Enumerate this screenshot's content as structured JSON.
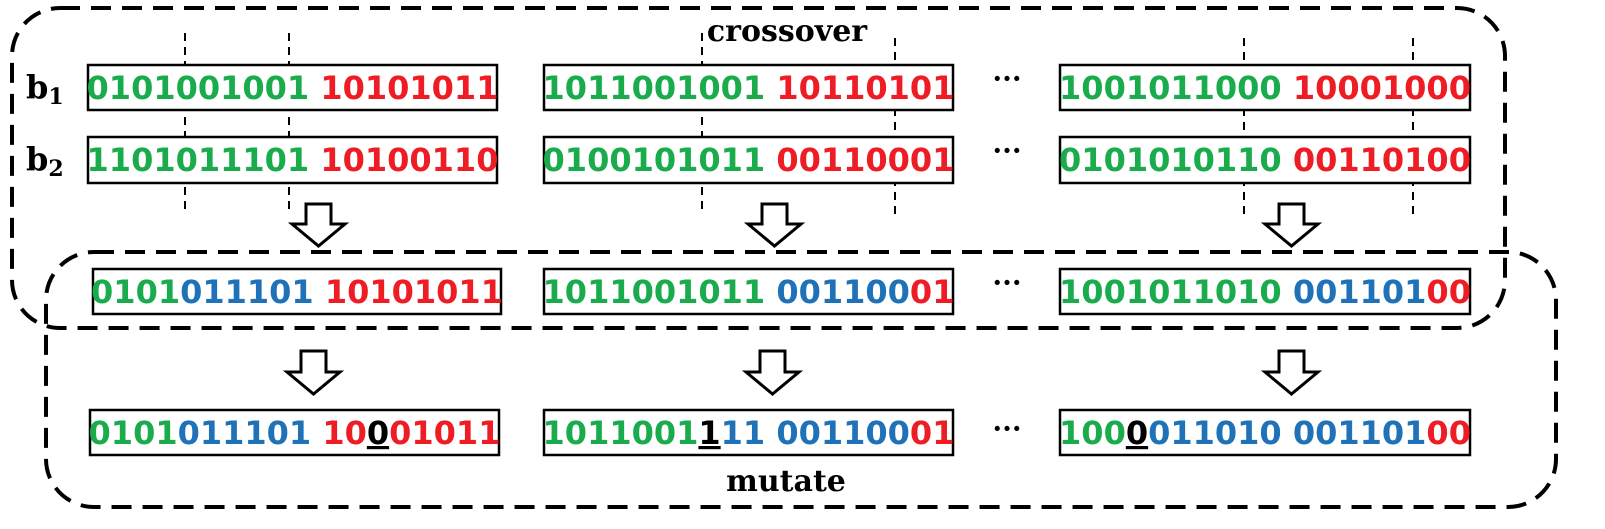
{
  "colors": {
    "green": "#1aac4c",
    "red": "#ee1c24",
    "blue": "#1f72b8",
    "black": "#000000"
  },
  "labels": {
    "crossover": "crossover",
    "mutate": "mutate",
    "b1": "b",
    "b1_sub": "1",
    "b2": "b",
    "b2_sub": "2",
    "ellipsis": "···"
  },
  "rows": {
    "b1": [
      [
        {
          "t": "0101001001",
          "c": "green"
        },
        {
          "t": " ",
          "c": "green"
        },
        {
          "t": "10101011",
          "c": "red"
        }
      ],
      [
        {
          "t": "1011001001",
          "c": "green"
        },
        {
          "t": " ",
          "c": "green"
        },
        {
          "t": "10110101",
          "c": "red"
        }
      ],
      [
        {
          "t": "1001011000",
          "c": "green"
        },
        {
          "t": " ",
          "c": "green"
        },
        {
          "t": "10001000",
          "c": "red"
        }
      ]
    ],
    "b2": [
      [
        {
          "t": "1101011101",
          "c": "green"
        },
        {
          "t": " ",
          "c": "green"
        },
        {
          "t": "10100110",
          "c": "red"
        }
      ],
      [
        {
          "t": "0100101011",
          "c": "green"
        },
        {
          "t": " ",
          "c": "green"
        },
        {
          "t": "00110001",
          "c": "red"
        }
      ],
      [
        {
          "t": "0101010110",
          "c": "green"
        },
        {
          "t": " ",
          "c": "green"
        },
        {
          "t": "00110100",
          "c": "red"
        }
      ]
    ],
    "offspring": [
      [
        {
          "t": "0101",
          "c": "green"
        },
        {
          "t": "011101",
          "c": "blue"
        },
        {
          "t": " ",
          "c": "green"
        },
        {
          "t": "10101011",
          "c": "red"
        }
      ],
      [
        {
          "t": "1011001011",
          "c": "green"
        },
        {
          "t": " ",
          "c": "green"
        },
        {
          "t": "001100",
          "c": "blue"
        },
        {
          "t": "01",
          "c": "red"
        }
      ],
      [
        {
          "t": "1001011010",
          "c": "green"
        },
        {
          "t": " ",
          "c": "green"
        },
        {
          "t": "001101",
          "c": "blue"
        },
        {
          "t": "00",
          "c": "red"
        }
      ]
    ],
    "mutated": [
      [
        {
          "t": "0101",
          "c": "green"
        },
        {
          "t": "011101",
          "c": "blue"
        },
        {
          "t": " ",
          "c": "green"
        },
        {
          "t": "10",
          "c": "red"
        },
        {
          "t": "0",
          "c": "black",
          "u": true
        },
        {
          "t": "01011",
          "c": "red"
        }
      ],
      [
        {
          "t": "1011001",
          "c": "green"
        },
        {
          "t": "1",
          "c": "black",
          "u": true
        },
        {
          "t": "11",
          "c": "blue"
        },
        {
          "t": " ",
          "c": "green"
        },
        {
          "t": "001100",
          "c": "blue"
        },
        {
          "t": "01",
          "c": "red"
        }
      ],
      [
        {
          "t": "100",
          "c": "green"
        },
        {
          "t": "0",
          "c": "black",
          "u": true
        },
        {
          "t": "011010",
          "c": "blue"
        },
        {
          "t": " ",
          "c": "green"
        },
        {
          "t": "001101",
          "c": "blue"
        },
        {
          "t": "00",
          "c": "red"
        }
      ]
    ]
  }
}
